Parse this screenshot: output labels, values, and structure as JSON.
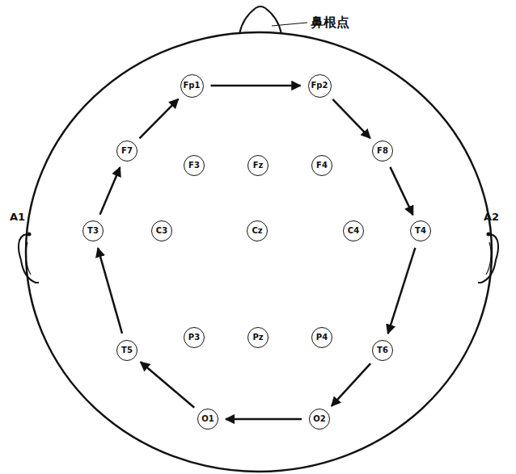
{
  "diagram": {
    "nodes": [
      {
        "text": [
          "Fp1"
        ]
      },
      {
        "text": [
          "Fp2"
        ]
      },
      {
        "text": [
          "F7"
        ]
      },
      {
        "text": [
          "F3"
        ]
      },
      {
        "text": [
          "Fz"
        ]
      },
      {
        "text": [
          "F4"
        ]
      },
      {
        "text": [
          "F8"
        ]
      },
      {
        "text": [
          "T3"
        ]
      },
      {
        "text": [
          "C3"
        ]
      },
      {
        "text": [
          "Cz"
        ]
      },
      {
        "text": [
          "C4"
        ]
      },
      {
        "text": [
          "T4"
        ]
      },
      {
        "text": [
          "T5"
        ]
      },
      {
        "text": [
          "P3"
        ]
      },
      {
        "text": [
          "Pz"
        ]
      },
      {
        "text": [
          "P4"
        ]
      },
      {
        "text": [
          "T6"
        ]
      },
      {
        "text": [
          "O1"
        ]
      },
      {
        "text": [
          "O2"
        ]
      }
    ],
    "edges": [
      {
        "from": 0,
        "to": 1,
        "arrow": "to"
      },
      {
        "from": 1,
        "to": 6,
        "arrow": "to"
      },
      {
        "from": 6,
        "to": 11,
        "arrow": "to"
      },
      {
        "from": 11,
        "to": 16,
        "arrow": "to"
      },
      {
        "from": 16,
        "to": 18,
        "arrow": "to"
      },
      {
        "from": 18,
        "to": 17,
        "arrow": "to"
      },
      {
        "from": 17,
        "to": 12,
        "arrow": "to"
      },
      {
        "from": 12,
        "to": 7,
        "arrow": "to"
      },
      {
        "from": 7,
        "to": 2,
        "arrow": "to"
      },
      {
        "from": 2,
        "to": 0,
        "arrow": "to"
      }
    ],
    "labels": [
      "鼻根点",
      "A1",
      "A2"
    ]
  }
}
